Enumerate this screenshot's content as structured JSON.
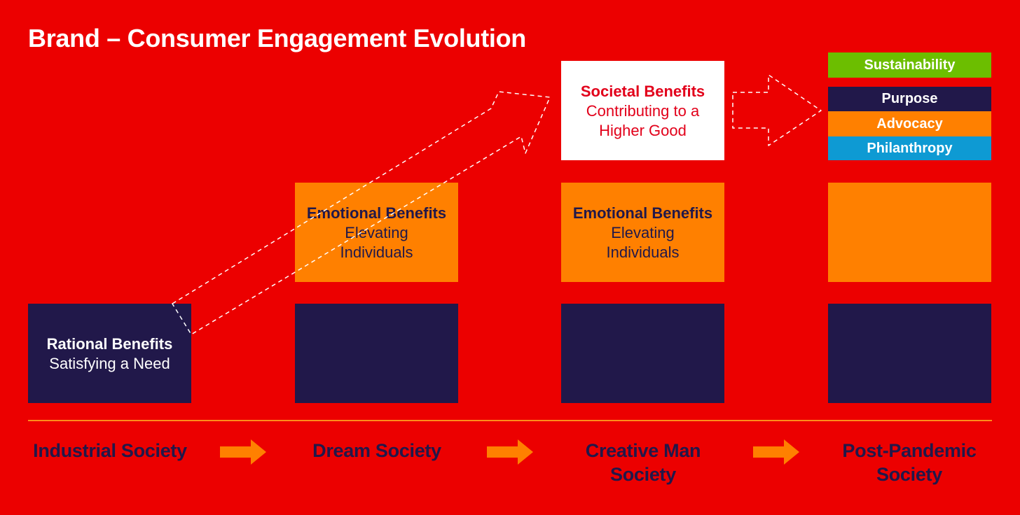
{
  "title": "Brand – Consumer Engagement Evolution",
  "boxes": {
    "rational": {
      "heading": "Rational Benefits",
      "sub": "Satisfying a Need"
    },
    "emotional_dream": {
      "heading": "Emotional Benefits",
      "sub1": "Elevating",
      "sub2": "Individuals"
    },
    "emotional_creative": {
      "heading": "Emotional Benefits",
      "sub1": "Elevating",
      "sub2": "Individuals"
    },
    "societal": {
      "heading": "Societal Benefits",
      "sub1": "Contributing to a",
      "sub2": "Higher Good"
    }
  },
  "post_pandemic_stack": [
    {
      "label": "Sustainability",
      "color": "#6CBE00"
    },
    {
      "label": "Purpose",
      "color": "#21184A"
    },
    {
      "label": "Advocacy",
      "color": "#FF8000"
    },
    {
      "label": "Philanthropy",
      "color": "#0E9AD3"
    }
  ],
  "eras": [
    {
      "line1": "Industrial Society",
      "line2": ""
    },
    {
      "line1": "Dream Society",
      "line2": ""
    },
    {
      "line1": "Creative Man",
      "line2": "Society"
    },
    {
      "line1": "Post-Pandemic",
      "line2": "Society"
    }
  ],
  "colors": {
    "background": "#EC0000",
    "navy": "#21184A",
    "orange": "#FF8000",
    "white": "#FFFFFF",
    "societal_text": "#E2001A",
    "divider": "#FF8C1A"
  }
}
